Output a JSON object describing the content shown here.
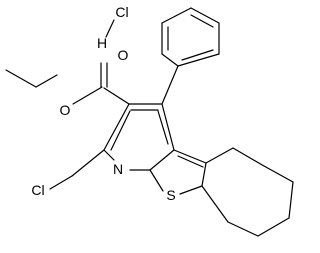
{
  "molecule": {
    "atoms": {
      "hcl_h": "H",
      "hcl_cl": "Cl",
      "ester_o_single": "O",
      "ester_o_double": "O",
      "pyridine_n": "N",
      "thiophene_s": "S",
      "chloromethyl_cl": "Cl"
    }
  }
}
